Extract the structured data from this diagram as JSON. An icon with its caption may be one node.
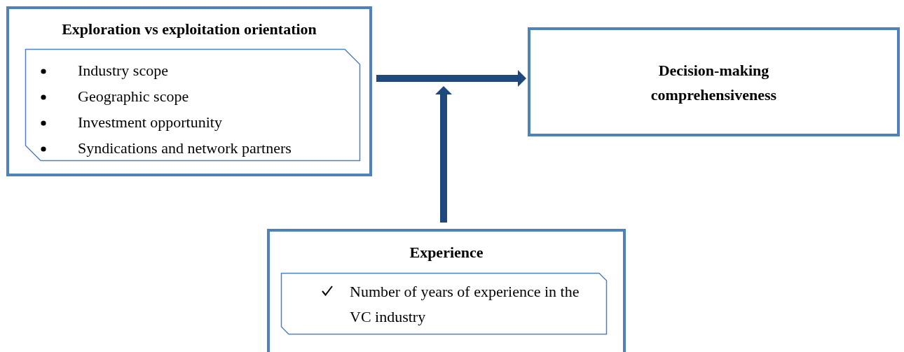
{
  "diagram": {
    "nodes": [
      {
        "text": [
          "Exploration vs exploitation orientation"
        ]
      },
      {
        "text": [
          "Industry scope",
          "Geographic scope",
          "Investment opportunity",
          "Syndications and network partners"
        ],
        "in": 0
      },
      {
        "text": [
          "Decision-making comprehensiveness"
        ]
      },
      {
        "text": [
          "Experience"
        ]
      },
      {
        "text": [
          "Number of years of experience in the VC industry"
        ],
        "in": 3
      }
    ],
    "edges": [
      {
        "from": 0,
        "to": 2,
        "arrow": "to"
      },
      {
        "from": 3,
        "to": null,
        "arrow": "to"
      }
    ]
  }
}
